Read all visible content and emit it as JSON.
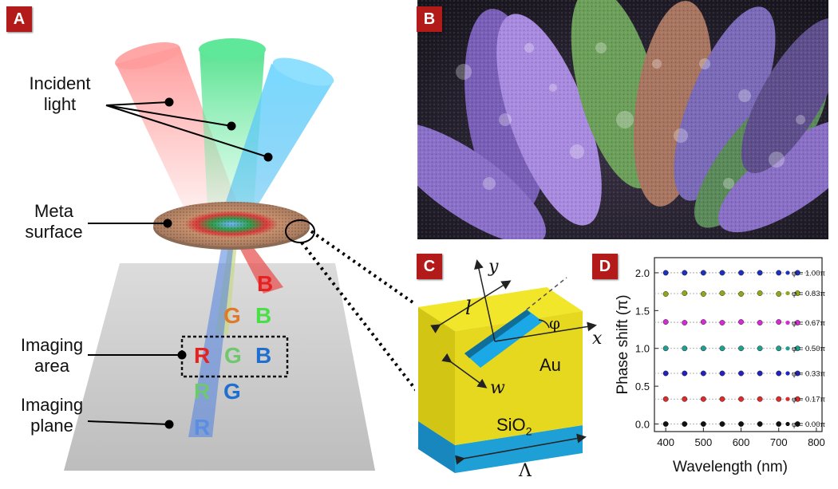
{
  "panels": {
    "a": "A",
    "b": "B",
    "c": "C",
    "d": "D"
  },
  "panel_a": {
    "incident_line1": "Incident",
    "incident_line2": "light",
    "meta_line1": "Meta",
    "meta_line2": "surface",
    "imaging_area_line1": "Imaging",
    "imaging_area_line2": "area",
    "imaging_plane_line1": "Imaging",
    "imaging_plane_line2": "plane",
    "letters": {
      "r": "R",
      "g": "G",
      "b": "B"
    }
  },
  "panel_c": {
    "y_axis": "y",
    "x_axis": "x",
    "length": "l",
    "width": "w",
    "angle": "φ",
    "gold": "Au",
    "substrate": "SiO",
    "substrate_sub": "2",
    "period": "Λ"
  },
  "colors": {
    "panel_label_bg": "#b31b1b",
    "red": "#e52222",
    "green": "#3cc43c",
    "blue": "#1e6fd0",
    "gold": "#e6d81e",
    "substrate": "#1e9fd6",
    "slot": "#1aa9e6"
  },
  "chart_data": {
    "type": "scatter",
    "xlabel": "Wavelength (nm)",
    "ylabel": "Phase shift (π)",
    "x": [
      400,
      450,
      500,
      550,
      600,
      650,
      700,
      750
    ],
    "xlim": [
      370,
      815
    ],
    "ylim": [
      -0.1,
      2.2
    ],
    "xticks": [
      "400",
      "500",
      "600",
      "700",
      "800"
    ],
    "yticks": [
      "0.0",
      "0.5",
      "1.0",
      "1.5",
      "2.0"
    ],
    "grid": "dotted horizontal lines at each series level",
    "series": [
      {
        "name": "φ = 1.00π",
        "color": "#1f2fbf",
        "values": [
          2.0,
          2.0,
          2.0,
          2.0,
          2.0,
          2.0,
          2.0,
          2.0
        ]
      },
      {
        "name": "φ = 0.83π",
        "color": "#8fa818",
        "values": [
          1.72,
          1.73,
          1.72,
          1.73,
          1.72,
          1.73,
          1.72,
          1.73
        ]
      },
      {
        "name": "φ = 0.67π",
        "color": "#d62ad6",
        "values": [
          1.35,
          1.34,
          1.35,
          1.34,
          1.35,
          1.34,
          1.35,
          1.34
        ]
      },
      {
        "name": "φ = 0.50π",
        "color": "#1fa090",
        "values": [
          1.0,
          1.0,
          1.0,
          1.0,
          1.0,
          1.0,
          1.0,
          1.0
        ]
      },
      {
        "name": "φ = 0.33π",
        "color": "#2222c0",
        "values": [
          0.67,
          0.67,
          0.67,
          0.67,
          0.67,
          0.67,
          0.67,
          0.67
        ]
      },
      {
        "name": "φ = 0.17π",
        "color": "#e02b2b",
        "values": [
          0.33,
          0.33,
          0.33,
          0.33,
          0.33,
          0.33,
          0.33,
          0.33
        ]
      },
      {
        "name": "φ = 0.00π",
        "color": "#111111",
        "values": [
          0.0,
          0.0,
          0.0,
          0.0,
          0.0,
          0.0,
          0.0,
          0.0
        ]
      }
    ]
  }
}
